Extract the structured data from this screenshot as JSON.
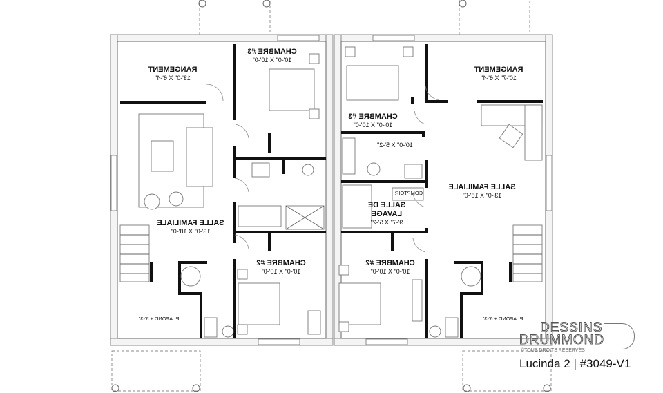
{
  "plan": {
    "left_unit": {
      "rangement": {
        "name": "RANGEMENT",
        "dim": "13'-0\" X 6'-4\""
      },
      "chambre3": {
        "name": "CHAMBRE #3",
        "dim": "10'-0\" X 10'-0\""
      },
      "salle_familiale": {
        "name": "SALLE FAMILIALE",
        "dim": "13'-0\" X 18'-0\""
      },
      "chambre2": {
        "name": "CHAMBRE #2",
        "dim": "10'-0\" X 10'-0\""
      },
      "plafond": "PLAFOND ± 5'-3\""
    },
    "right_unit": {
      "chambre3": {
        "name": "CHAMBRE #3",
        "dim": "10'-0\" X 10'-0\""
      },
      "bath_dim": "10'-0\" X 5'-2\"",
      "rangement": {
        "name": "RANGEMENT",
        "dim": "10'-7\" X 6'-4\""
      },
      "salle_familiale": {
        "name": "SALLE FAMILIALE",
        "dim": "13'-0\" X 18'-0\""
      },
      "comptoir": "COMPTOIR",
      "lavage": {
        "name1": "SALLE DE",
        "name2": "LAVAGE",
        "dim": "9'-7\" X 5'-2\""
      },
      "chambre2": {
        "name": "CHAMBRE #2",
        "dim": "10'-0\" X 10'-0\""
      },
      "plafond": "PLAFOND ± 5'-3\""
    }
  },
  "branding": {
    "line1": "DESSINS",
    "line2": "DRUMMOND",
    "copyright": "©TOUS DROITS RÉSERVÉS",
    "plan_name": "Lucinda 2 | #3049-V1"
  }
}
